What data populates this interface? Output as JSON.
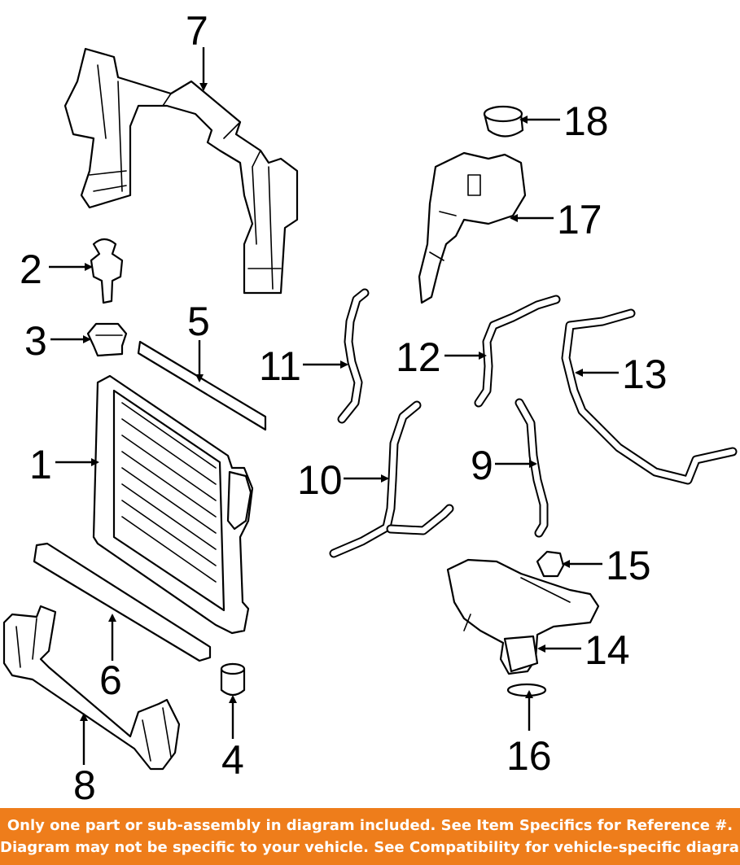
{
  "callouts": {
    "c1": "1",
    "c2": "2",
    "c3": "3",
    "c4": "4",
    "c5": "5",
    "c6": "6",
    "c7": "7",
    "c8": "8",
    "c9": "9",
    "c10": "10",
    "c11": "11",
    "c12": "12",
    "c13": "13",
    "c14": "14",
    "c15": "15",
    "c16": "16",
    "c17": "17",
    "c18": "18"
  },
  "banner": {
    "line1": "Only one part or sub-assembly in diagram included. See Item Specifics for Reference #.",
    "line2": "Diagram may not be specific to your vehicle. See Compatibility for vehicle-specific diagrams.",
    "background_color": "#ee7d1b"
  }
}
